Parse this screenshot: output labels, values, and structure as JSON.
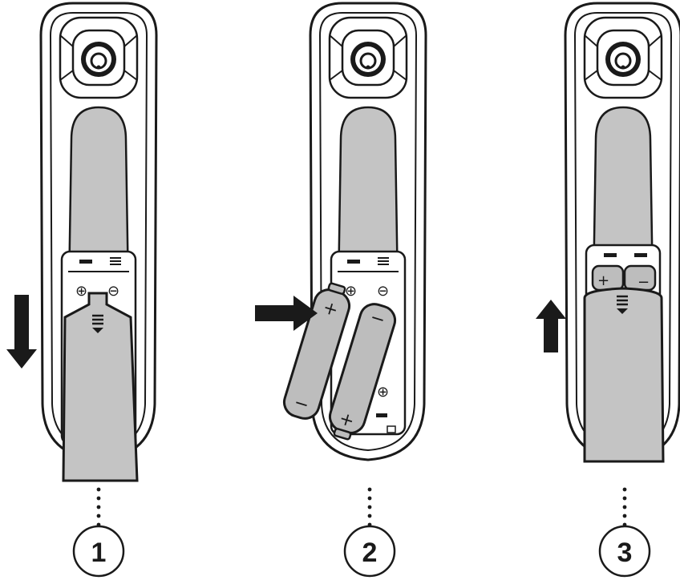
{
  "colors": {
    "outline": "#1a1a1a",
    "body_fill": "#ffffff",
    "grip_fill": "#c4c4c4",
    "cover_fill": "#c4c4c4",
    "battery_fill": "#bdbdbd",
    "arrow_fill": "#1a1a1a"
  },
  "steps": [
    {
      "number": "1",
      "action": "slide-cover-down",
      "arrow_icon": "arrow-down-icon"
    },
    {
      "number": "2",
      "action": "insert-batteries",
      "arrow_icon": "arrow-right-icon"
    },
    {
      "number": "3",
      "action": "slide-cover-up",
      "arrow_icon": "arrow-up-icon"
    }
  ],
  "symbols": {
    "plus_circle": "⊕",
    "minus_circle": "⊖",
    "plus": "+",
    "minus": "−"
  }
}
